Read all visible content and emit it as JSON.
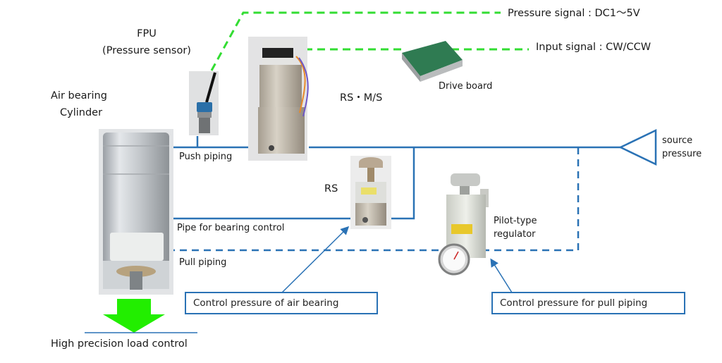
{
  "labels": {
    "pressure_signal": "Pressure signal : DC1～5V",
    "input_signal": "Input signal : CW/CCW",
    "fpu_title": "FPU",
    "fpu_subtitle": "(Pressure sensor)",
    "cylinder_line1": "Air bearing",
    "cylinder_line2": "Cylinder",
    "rs_ms": "RS・M/S",
    "drive_board": "Drive board",
    "push_piping": "Push piping",
    "rs": "RS",
    "pipe_bearing_control": "Pipe for bearing control",
    "pull_piping": "Pull piping",
    "pilot_line1": "Pilot-type",
    "pilot_line2": "regulator",
    "source_line1": "source",
    "source_line2": "pressure",
    "output": "High precision load control"
  },
  "callouts": {
    "air_bearing": "Control pressure of air bearing",
    "pull_piping": "Control pressure for pull piping"
  },
  "colors": {
    "pipe": "#2a72b5",
    "signal": "#33dd33",
    "arrow": "#22ee00"
  }
}
